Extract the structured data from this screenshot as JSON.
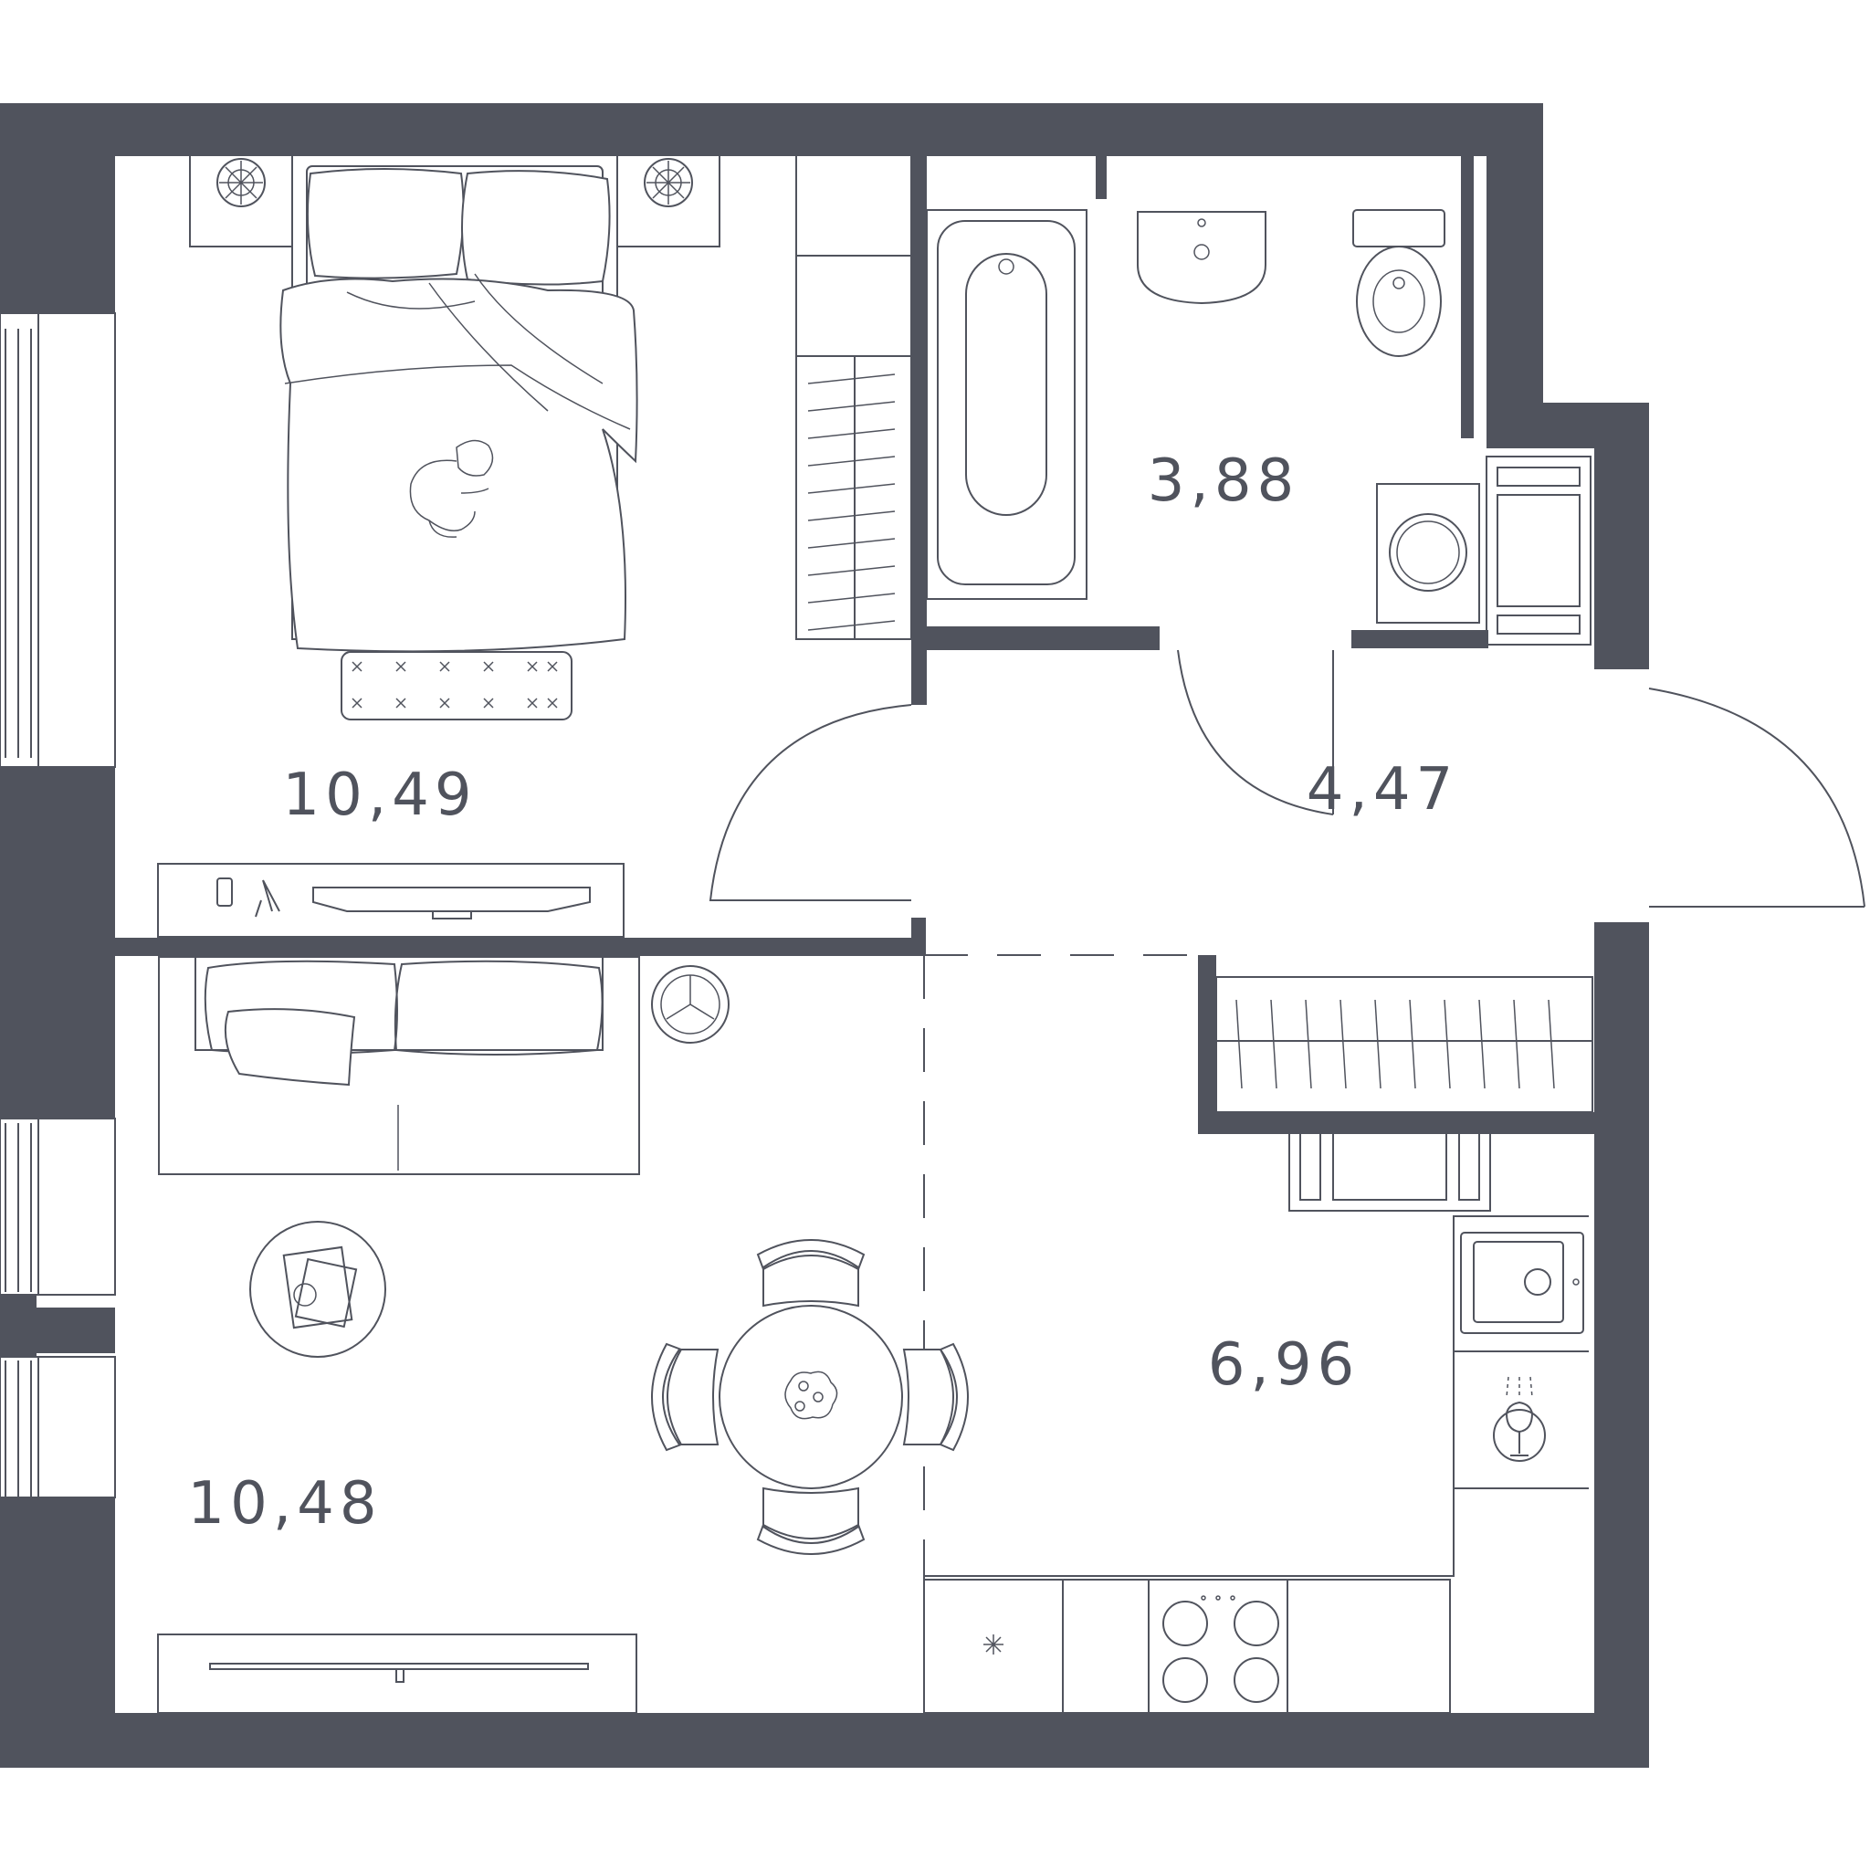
{
  "floor_plan": {
    "colors": {
      "wall": "#50535d",
      "background": "#ffffff"
    },
    "rooms": [
      {
        "id": "bedroom",
        "label": "10,49"
      },
      {
        "id": "bathroom",
        "label": "3,88"
      },
      {
        "id": "hallway",
        "label": "4,47"
      },
      {
        "id": "living_room",
        "label": "10,48"
      },
      {
        "id": "kitchen",
        "label": "6,96"
      }
    ],
    "icons": [
      "bed-icon",
      "dog-icon",
      "nightstand-icon",
      "rug-icon",
      "tv-icon",
      "phone-icon",
      "wardrobe-icon",
      "bathtub-icon",
      "washbasin-icon",
      "toilet-icon",
      "washing-machine-icon",
      "door-swing-icon",
      "sofa-icon",
      "floor-lamp-icon",
      "coffee-table-icon",
      "dining-table-icon",
      "chair-icon",
      "sink-icon",
      "cooktop-icon",
      "fridge-icon",
      "radiator-icon"
    ]
  }
}
